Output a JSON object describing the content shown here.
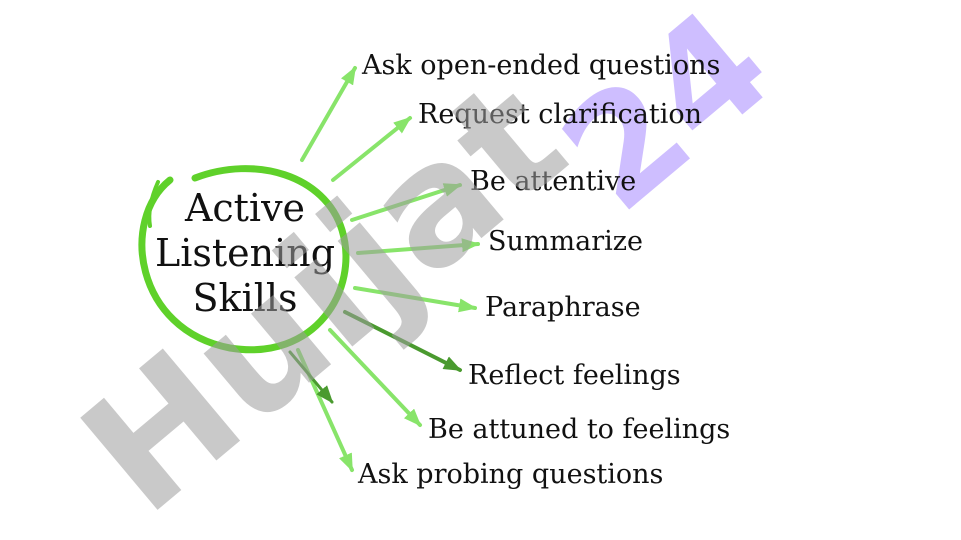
{
  "diagram": {
    "center": {
      "lines": [
        "Active",
        "Listening",
        "Skills"
      ]
    },
    "items": [
      {
        "label": "Ask open-ended questions"
      },
      {
        "label": "Request clarification"
      },
      {
        "label": "Be attentive"
      },
      {
        "label": "Summarize"
      },
      {
        "label": "Paraphrase"
      },
      {
        "label": "Reflect feelings"
      },
      {
        "label": "Be attuned to feelings"
      },
      {
        "label": "Ask probing questions"
      }
    ],
    "colors": {
      "circle": "#5fd12a",
      "arrow_light": "#88e46a",
      "arrow_dark": "#4a9a2f",
      "text": "#111111"
    }
  },
  "watermark": {
    "text": "Huijat",
    "number": "24",
    "color_gray": "#bdbdbd",
    "color_purple": "#c9b8ff"
  }
}
